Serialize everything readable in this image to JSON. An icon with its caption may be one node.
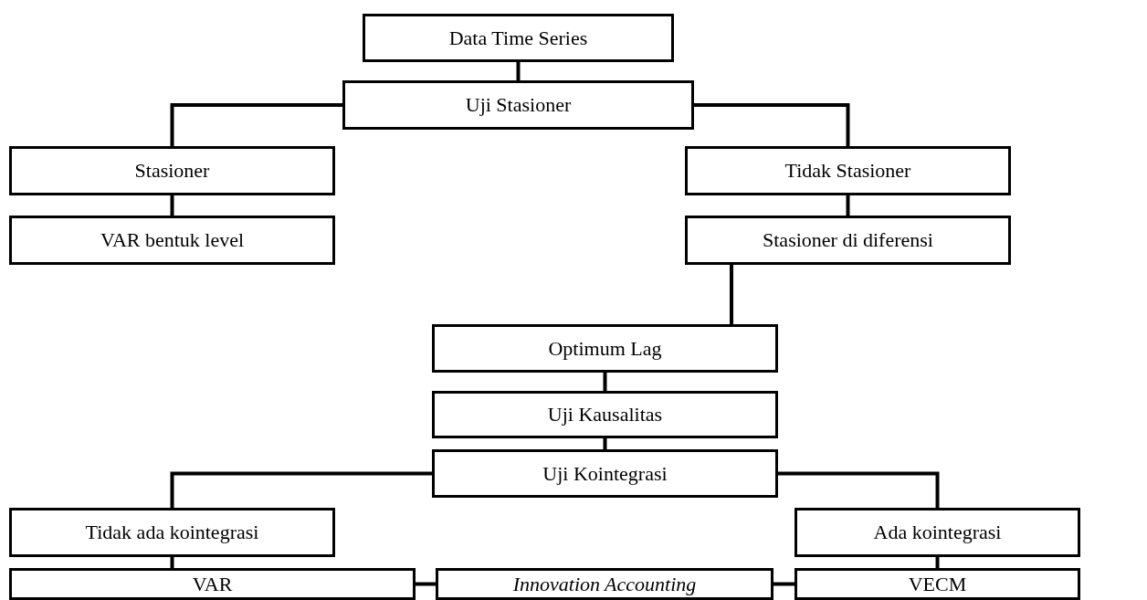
{
  "diagram": {
    "nodes": [
      {
        "text": [
          "Data Time Series"
        ]
      },
      {
        "text": [
          "Uji Stasioner"
        ]
      },
      {
        "text": [
          "Stasioner"
        ]
      },
      {
        "text": [
          "Tidak Stasioner"
        ]
      },
      {
        "text": [
          "VAR bentuk level"
        ]
      },
      {
        "text": [
          "Stasioner di diferensi"
        ]
      },
      {
        "text": [
          "Optimum Lag"
        ]
      },
      {
        "text": [
          "Uji Kausalitas"
        ]
      },
      {
        "text": [
          "Uji Kointegrasi"
        ]
      },
      {
        "text": [
          "Tidak ada kointegrasi"
        ]
      },
      {
        "text": [
          "Ada kointegrasi"
        ]
      },
      {
        "text": [
          "VAR"
        ]
      },
      {
        "text": [
          "Innovation Accounting"
        ]
      },
      {
        "text": [
          "VECM"
        ]
      }
    ],
    "edges": [
      {
        "from": 0,
        "to": 1,
        "arrow": "none"
      },
      {
        "from": 1,
        "to": 2,
        "arrow": "none"
      },
      {
        "from": 1,
        "to": 3,
        "arrow": "none"
      },
      {
        "from": 2,
        "to": 4,
        "arrow": "none"
      },
      {
        "from": 3,
        "to": 5,
        "arrow": "none"
      },
      {
        "from": 5,
        "to": 6,
        "arrow": "none"
      },
      {
        "from": 6,
        "to": 7,
        "arrow": "none"
      },
      {
        "from": 7,
        "to": 8,
        "arrow": "none"
      },
      {
        "from": 8,
        "to": 9,
        "arrow": "none"
      },
      {
        "from": 8,
        "to": 10,
        "arrow": "none"
      },
      {
        "from": 9,
        "to": 11,
        "arrow": "none"
      },
      {
        "from": 10,
        "to": 13,
        "arrow": "none"
      },
      {
        "from": 11,
        "to": 12,
        "arrow": "none"
      },
      {
        "from": 12,
        "to": 13,
        "arrow": "none"
      }
    ]
  }
}
